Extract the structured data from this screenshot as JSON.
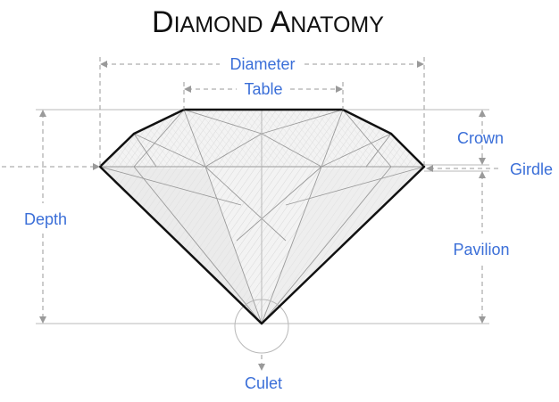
{
  "title": {
    "first_initial": "D",
    "first_rest": "IAMOND",
    "second_initial": "A",
    "second_rest": "NATOMY"
  },
  "labels": {
    "diameter": "Diameter",
    "table": "Table",
    "crown": "Crown",
    "girdle": "Girdle",
    "depth": "Depth",
    "pavilion": "Pavilion",
    "culet": "Culet"
  },
  "colors": {
    "label": "#3b6fd8",
    "title": "#111111",
    "outline": "#111111",
    "dimension": "#9a9a9a",
    "guide": "#b8b8b8",
    "facet": "#9a9a9a",
    "shading": "#cfcfcf"
  }
}
